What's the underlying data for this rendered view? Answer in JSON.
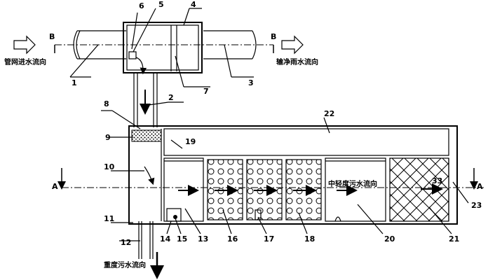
{
  "labels": {
    "pipe_inflow": "管网进水流向",
    "clean_outflow": "输净雨水流向",
    "heavy_outflow": "重度污水流向",
    "middle_flow": "中轻度污水流向",
    "section_left_top": "B",
    "section_right_top": "B",
    "section_left_mid": "A",
    "section_right_mid": "A"
  },
  "part_numbers": [
    "1",
    "2",
    "3",
    "4",
    "5",
    "6",
    "7",
    "8",
    "9",
    "10",
    "11",
    "12",
    "13",
    "14",
    "15",
    "16",
    "17",
    "18",
    "19",
    "20",
    "21",
    "22",
    "23"
  ],
  "callout_33": "33"
}
